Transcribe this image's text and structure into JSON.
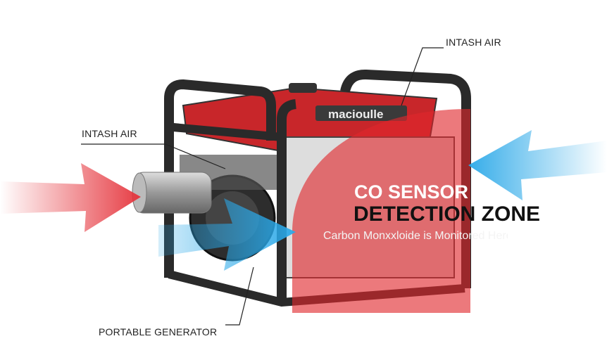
{
  "labels": {
    "intake_top": "INTASH AIR",
    "intake_left": "INTASH AIR",
    "generator": "PORTABLE GENERATOR"
  },
  "zone": {
    "title_line1": "CO SENSOR",
    "title_line2": "DETECTION ZONE",
    "subtitle": "Carbon Monxxloide is Monitored Here"
  },
  "brand": "macioulle",
  "colors": {
    "zone_red": "#e0262b",
    "generator_red": "#c8262a",
    "airflow_blue": "#2aa8e8",
    "exhaust_red": "#e5323a",
    "frame": "#2a2a2a"
  }
}
